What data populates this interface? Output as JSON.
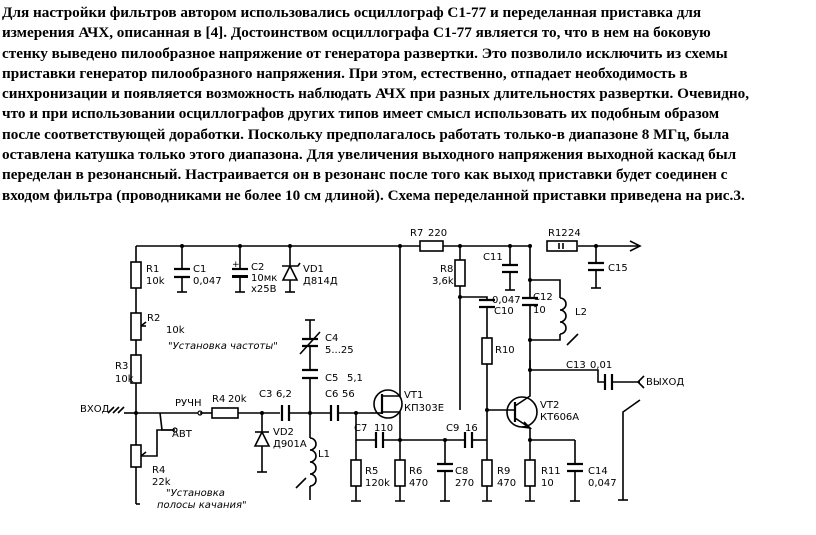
{
  "paragraph": {
    "lines": [
      "Для настройки фильтров автором использовались осциллограф С1-77 и переделанная приставка для",
      "измерения АЧХ, описанная в [4]. Достоинством осциллографа С1-77 является то, что в нем на боковую",
      "стенку выведено пилообразное напряжение от генератора развертки. Это позволило исключить из схемы",
      "приставки генератор пилообразного напряжения. При этом, естественно, отпадает необходимость в",
      "синхронизации и появляется возможность наблюдать АЧХ при разных длительностях развертки. Очевидно,",
      "что и при использовании осциллографов других типов имеет смысл использовать их подобным образом",
      "после соответствующей доработки. Поскольку предполагалось работать только-в диапазоне 8 МГц, была",
      "оставлена катушка только этого диапазона. Для увеличения выходного напряжения выходной каскад был",
      "переделан в резонансный. Настраивается он в резонанс после того как выход приставки будет соединен с",
      "входом фильтра (проводниками не более 10 см длиной). Схема переделанной приставки приведена на рис.3."
    ]
  },
  "schematic": {
    "labels": {
      "r1": "R1",
      "r1_val": "10k",
      "c1": "C1",
      "c1_val": "0,047",
      "c2": "C2",
      "c2_val1": "10мк",
      "c2_val2": "х25В",
      "vd1": "VD1",
      "vd1_val": "Д814Д",
      "r2": "R2",
      "r2_val": "10k",
      "freq_set": "\"Установка частоты\"",
      "r3": "R3",
      "r3_val": "10k",
      "c4": "C4",
      "c4_val": "5...25",
      "c5": "C5",
      "c5_val": "5,1",
      "input": "ВХОД",
      "manual": "РУЧН",
      "auto": "АВТ",
      "r4_top": "R4",
      "r4_top_val": "20k",
      "c3": "C3",
      "c3_val": "6,2",
      "c6": "C6",
      "c6_val": "56",
      "vt1": "VT1",
      "vt1_val": "КП303Е",
      "vd2": "VD2",
      "vd2_val": "Д901А",
      "l1": "L1",
      "r4": "R4",
      "r4_val": "22k",
      "band_set1": "\"Установка",
      "band_set2": "полосы качания\"",
      "r7": "R7",
      "r7_val": "220",
      "r12": "R12",
      "r12_val": "24",
      "r8": "R8",
      "r8_val": "3,6k",
      "c11": "C11",
      "c10_val": "0,047",
      "c10": "C10",
      "c12": "C12",
      "c12_val": "10",
      "l2": "L2",
      "r10": "R10",
      "c13": "C13",
      "c13_val": "0,01",
      "output": "ВЫХОД",
      "c15": "C15",
      "vt2": "VT2",
      "vt2_val": "КТ606А",
      "c7": "C7",
      "c7_val": "110",
      "c9": "C9",
      "c9_val": "16",
      "r5": "R5",
      "r5_val": "120k",
      "r6": "R6",
      "r6_val": "470",
      "c8": "C8",
      "c8_val": "270",
      "r9": "R9",
      "r9_val": "470",
      "r11": "R11",
      "r11_val": "10",
      "c14": "C14",
      "c14_val": "0,047"
    }
  }
}
